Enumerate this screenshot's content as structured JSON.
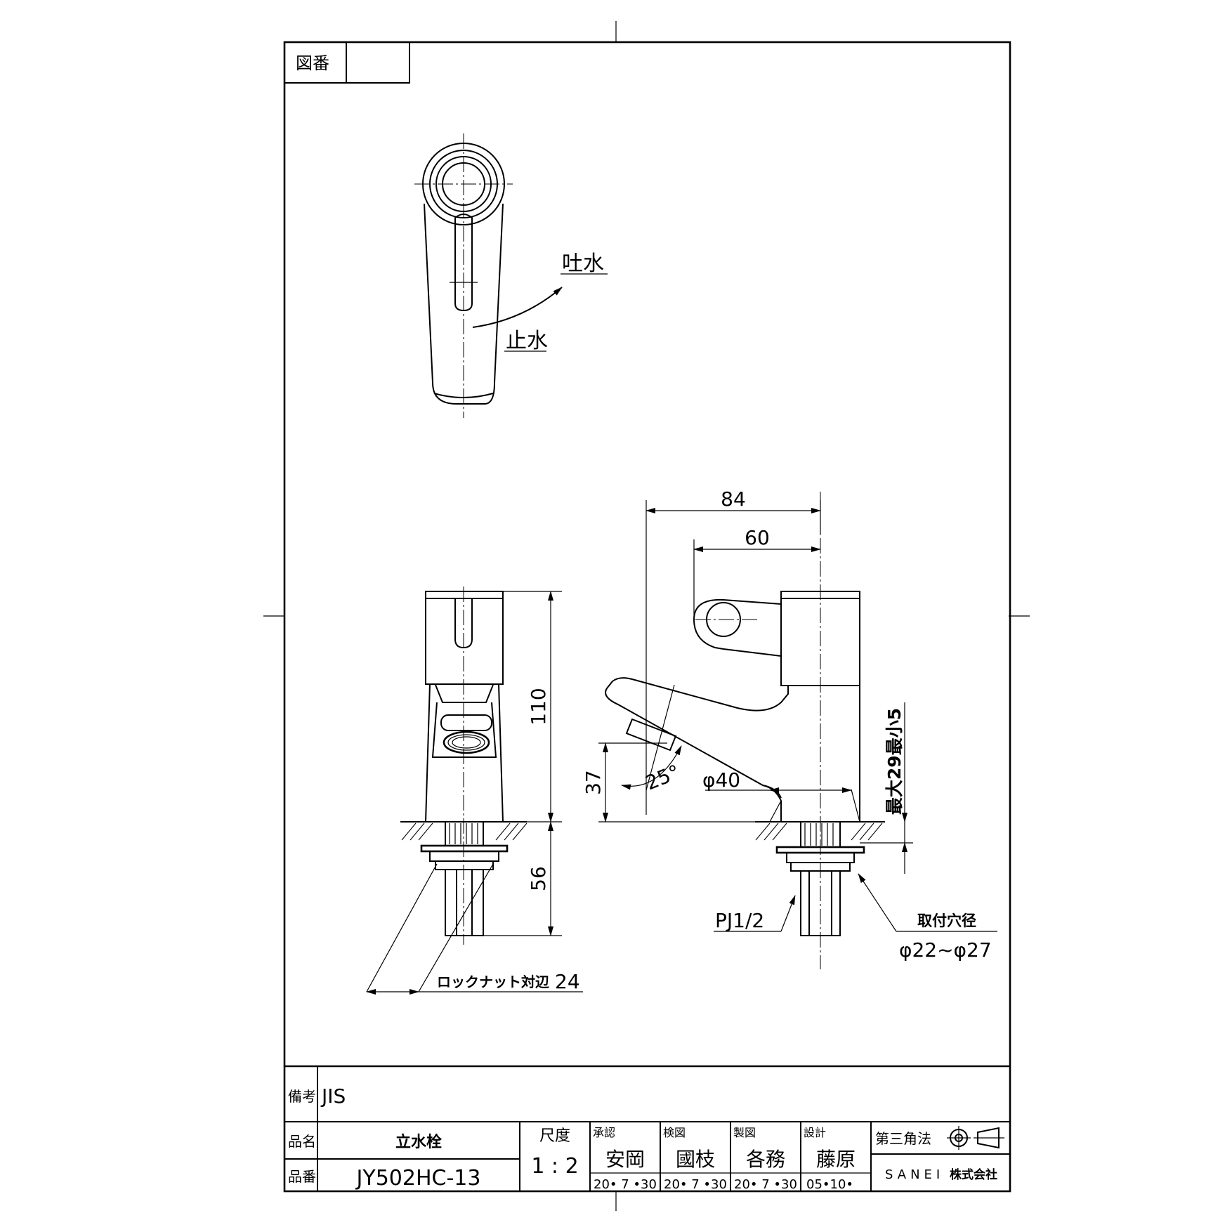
{
  "drawing_no_label": "図番",
  "drawing_no_value": "",
  "top_view": {
    "open_label": "吐水",
    "close_label": "止水"
  },
  "dimensions": {
    "d84": "84",
    "d60": "60",
    "d110": "110",
    "d56": "56",
    "d37": "37",
    "angle": "25°",
    "dia40": "φ40",
    "thickness": "最大29最小5",
    "locknut": "ロックナット対辺",
    "locknut_val": "24",
    "pipe": "PJ1/2",
    "hole_label": "取付穴径",
    "hole_val": "φ22~φ27"
  },
  "title_block": {
    "remarks_label": "備考",
    "remarks": "JIS",
    "name_label": "品名",
    "name": "立水栓",
    "number_label": "品番",
    "number": "JY502HC-13",
    "scale_label": "尺度",
    "scale": "1 : 2",
    "approve_label": "承認",
    "approve_name": "安岡",
    "approve_date": "20• 7 •30",
    "check_label": "検図",
    "check_name": "國枝",
    "check_date": "20• 7 •30",
    "draft_label": "製図",
    "draft_name": "各務",
    "draft_date": "20• 7 •30",
    "design_label": "設計",
    "design_name": "藤原",
    "design_date": "05•10•",
    "projection": "第三角法",
    "company_a": "SANEI",
    "company_b": "株式会社"
  }
}
